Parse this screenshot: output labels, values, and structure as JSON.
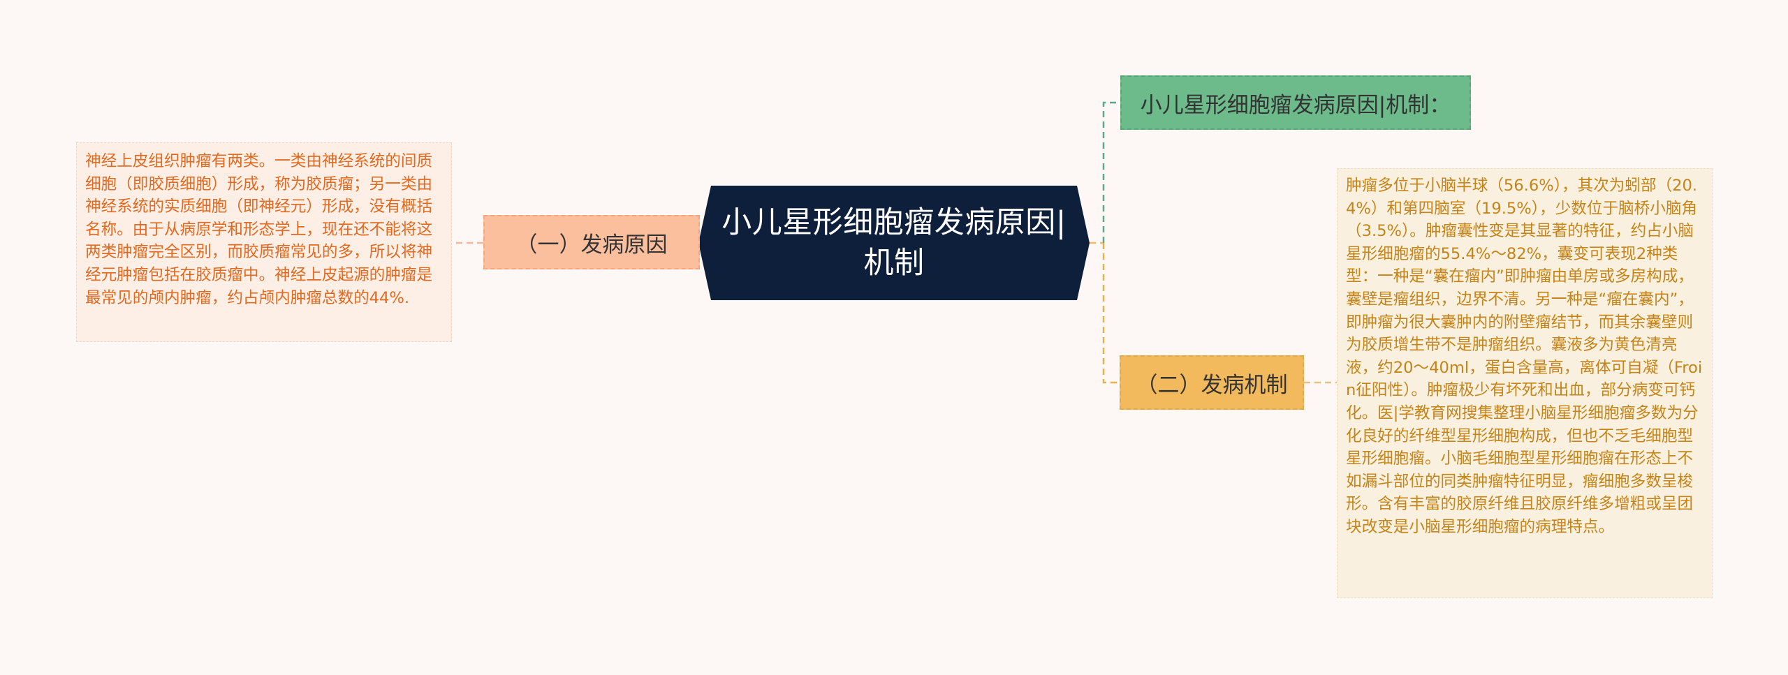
{
  "root": {
    "title": "小儿星形细胞瘤发病原因|机制"
  },
  "branches": {
    "mechanism_header": "小儿星形细胞瘤发病原因|机制：",
    "cause": "（一）发病原因",
    "pathogenesis": "（二）发病机制"
  },
  "leaves": {
    "cause_text": "神经上皮组织肿瘤有两类。一类由神经系统的间质细胞（即胶质细胞）形成，称为胶质瘤；另一类由神经系统的实质细胞（即神经元）形成，没有概括名称。由于从病原学和形态学上，现在还不能将这两类肿瘤完全区别，而胶质瘤常见的多，所以将神经元肿瘤包括在胶质瘤中。神经上皮起源的肿瘤是最常见的颅内肿瘤，约占颅内肿瘤总数的44%.",
    "pathogenesis_text": "肿瘤多位于小脑半球（56.6%），其次为蚓部（20.4%）和第四脑室（19.5%），少数位于脑桥小脑角（3.5%）。肿瘤囊性变是其显著的特征，约占小脑星形细胞瘤的55.4%～82%，囊变可表现2种类型：一种是“囊在瘤内”即肿瘤由单房或多房构成，囊壁是瘤组织，边界不清。另一种是“瘤在囊内”，即肿瘤为很大囊肿内的附壁瘤结节，而其余囊壁则为胶质增生带不是肿瘤组织。囊液多为黄色清亮液，约20～40ml，蛋白含量高，离体可自凝（Froin征阳性）。肿瘤极少有坏死和出血，部分病变可钙化。医|学教育网搜集整理小脑星形细胞瘤多数为分化良好的纤维型星形细胞构成，但也不乏毛细胞型星形细胞瘤。小脑毛细胞型星形细胞瘤在形态上不如漏斗部位的同类肿瘤特征明显，瘤细胞多数呈梭形。含有丰富的胶原纤维且胶原纤维多增粗或呈团块改变是小脑星形细胞瘤的病理特点。"
  },
  "colors": {
    "background": "#fdf8f6",
    "root": "#0d1f3a",
    "branch_cause": "#fcbf9e",
    "branch_mechanism_header": "#6dba8a",
    "branch_pathogenesis": "#f2b95d",
    "leaf_cause_text": "#e06a1f",
    "leaf_pathogenesis_text": "#c48417"
  }
}
